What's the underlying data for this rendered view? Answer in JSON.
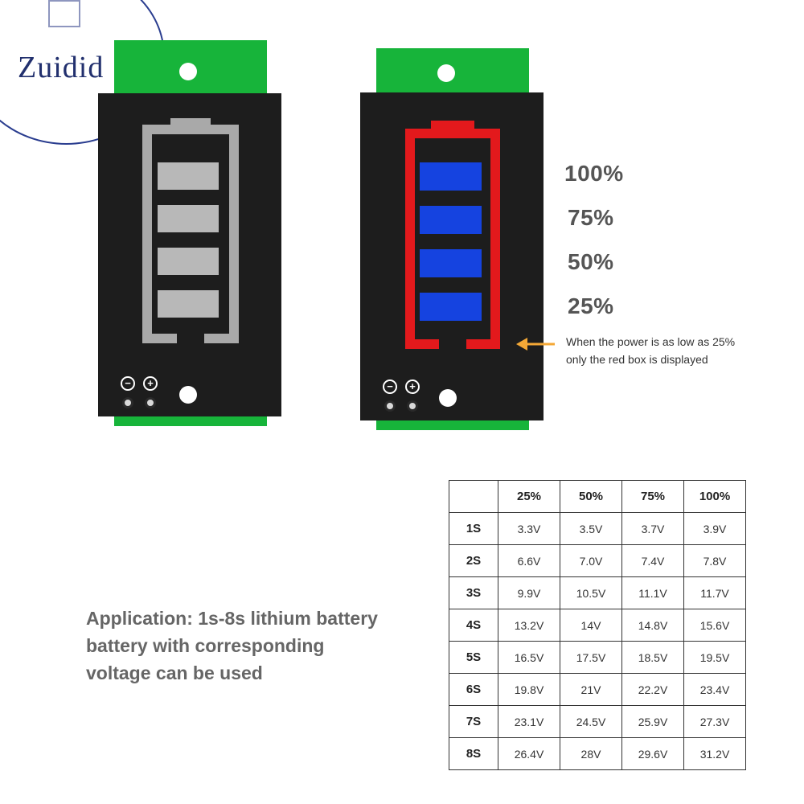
{
  "logo": {
    "text": "Zuidid"
  },
  "indicator": {
    "levels": [
      "100%",
      "75%",
      "50%",
      "25%"
    ],
    "note_lines": [
      "When the power is as low as 25%",
      "only the red box is displayed"
    ],
    "colors": {
      "pcb": "#17b43a",
      "frame_off": "#a9a9a9",
      "frame_on": "#e3191c",
      "bar_on": "#1543e0",
      "arrow": "#f4a836"
    }
  },
  "application": {
    "lines": [
      "Application: 1s-8s lithium battery",
      "battery with corresponding",
      "voltage can be used"
    ]
  },
  "table": {
    "headers": [
      "",
      "25%",
      "50%",
      "75%",
      "100%"
    ],
    "rows": [
      [
        "1S",
        "3.3V",
        "3.5V",
        "3.7V",
        "3.9V"
      ],
      [
        "2S",
        "6.6V",
        "7.0V",
        "7.4V",
        "7.8V"
      ],
      [
        "3S",
        "9.9V",
        "10.5V",
        "11.1V",
        "11.7V"
      ],
      [
        "4S",
        "13.2V",
        "14V",
        "14.8V",
        "15.6V"
      ],
      [
        "5S",
        "16.5V",
        "17.5V",
        "18.5V",
        "19.5V"
      ],
      [
        "6S",
        "19.8V",
        "21V",
        "22.2V",
        "23.4V"
      ],
      [
        "7S",
        "23.1V",
        "24.5V",
        "25.9V",
        "27.3V"
      ],
      [
        "8S",
        "26.4V",
        "28V",
        "29.6V",
        "31.2V"
      ]
    ]
  }
}
